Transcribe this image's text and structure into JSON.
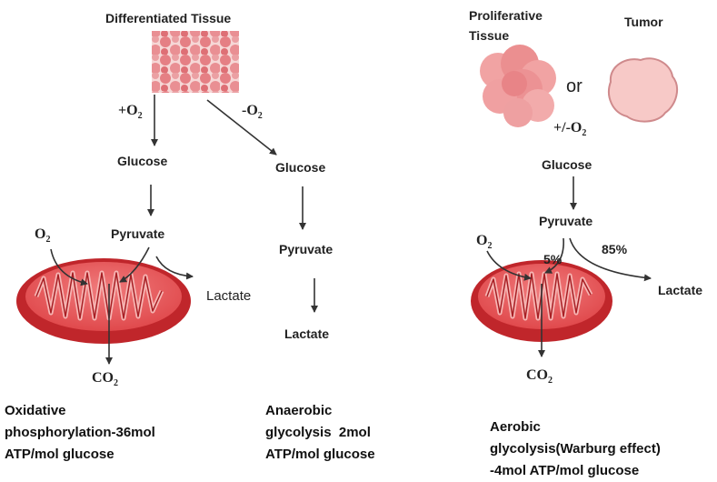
{
  "left": {
    "title": "Differentiated Tissue",
    "plus_o2": {
      "sign": "+O",
      "sub": "2"
    },
    "minus_o2": {
      "sign": "-O",
      "sub": "2"
    },
    "aerobic_path": {
      "glucose": "Glucose",
      "pyruvate": "Pyruvate",
      "o2": {
        "sign": "O",
        "sub": "2"
      },
      "lactate": "Lactate",
      "co2": {
        "sign": "CO",
        "sub": "2"
      }
    },
    "anaerobic_path": {
      "glucose": "Glucose",
      "pyruvate": "Pyruvate",
      "lactate": "Lactate"
    },
    "caption_oxidative": [
      "Oxidative",
      "phosphorylation-36mol",
      "ATP/mol glucose"
    ],
    "caption_anaerobic": [
      "Anaerobic",
      "glycolysis  2mol",
      "ATP/mol glucose"
    ]
  },
  "right": {
    "proliferative": [
      "Proliferative",
      "Tissue"
    ],
    "or": "or",
    "tumor": "Tumor",
    "pm_o2": {
      "sign": "+/-O",
      "sub": "2"
    },
    "glucose": "Glucose",
    "pyruvate": "Pyruvate",
    "o2": {
      "sign": "O",
      "sub": "2"
    },
    "pct_mito": "5%",
    "pct_lactate": "85%",
    "lactate": "Lactate",
    "co2": {
      "sign": "CO",
      "sub": "2"
    },
    "caption": [
      "Aerobic",
      "glycolysis(Warburg effect)",
      "-4mol ATP/mol glucose"
    ]
  },
  "colors": {
    "mito_outer": "#c0262b",
    "mito_inner": "#e9585a",
    "cristae": "#f6b5b3",
    "cells": "#e57f84",
    "tumor": "#f7c9c7"
  }
}
